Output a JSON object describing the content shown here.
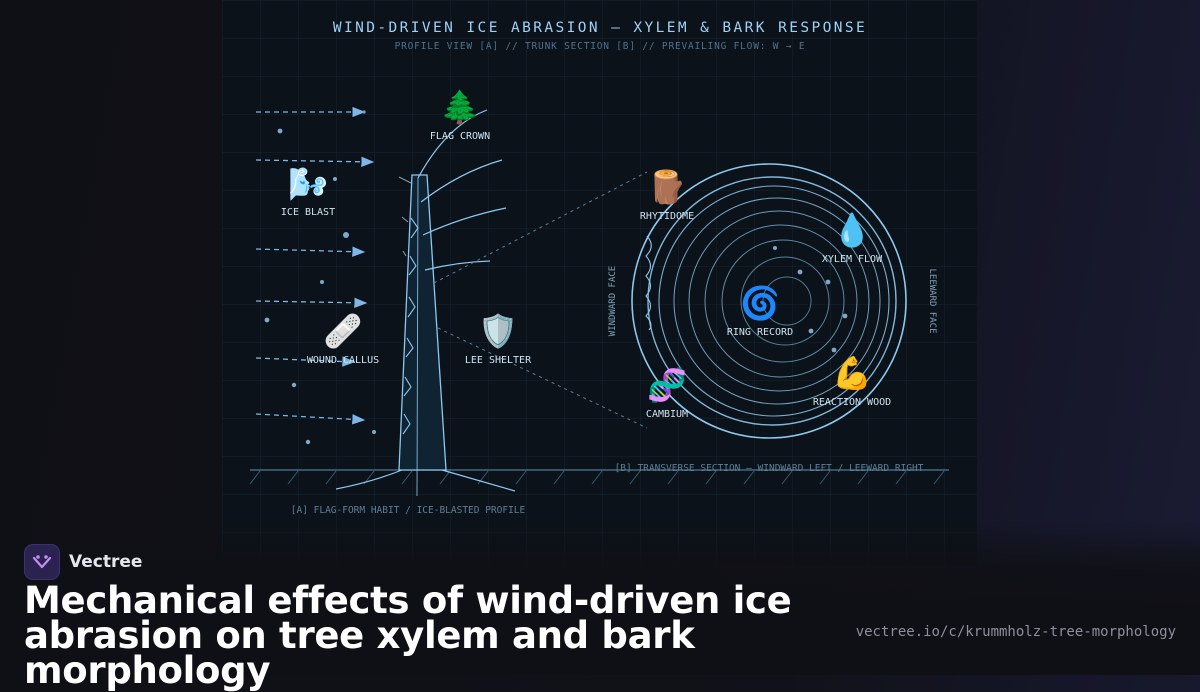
{
  "diagram": {
    "title": "WIND-DRIVEN ICE ABRASION — XYLEM & BARK RESPONSE",
    "subtitle": "PROFILE VIEW [A] // TRUNK SECTION [B] // PREVAILING FLOW: W → E",
    "profile_caption": "[A] FLAG-FORM HABIT / ICE-BLASTED PROFILE",
    "section_caption": "[B] TRANSVERSE SECTION — WINDWARD LEFT / LEEWARD RIGHT",
    "windward_label": "WINDWARD FACE",
    "leeward_label": "LEEWARD FACE",
    "labels": {
      "flag_crown": {
        "icon": "🌲",
        "icon_name": "evergreen-tree-icon",
        "text": "FLAG CROWN"
      },
      "ice_blast": {
        "icon": "🌬️",
        "icon_name": "wind-face-icon",
        "text": "ICE BLAST"
      },
      "wound_callus": {
        "icon": "🩹",
        "icon_name": "bandage-icon",
        "text": "WOUND CALLUS"
      },
      "lee_shelter": {
        "icon": "🛡️",
        "icon_name": "shield-icon",
        "text": "LEE SHELTER"
      },
      "rhytidome": {
        "icon": "🪵",
        "icon_name": "wood-log-icon",
        "text": "RHYTIDOME"
      },
      "xylem_flow": {
        "icon": "💧",
        "icon_name": "droplet-icon",
        "text": "XYLEM FLOW"
      },
      "ring_record": {
        "icon": "🌀",
        "icon_name": "cyclone-icon",
        "text": "RING RECORD"
      },
      "cambium": {
        "icon": "🧬",
        "icon_name": "dna-icon",
        "text": "CAMBIUM"
      },
      "reaction_wood": {
        "icon": "💪",
        "icon_name": "flexed-biceps-icon",
        "text": "REACTION WOOD"
      }
    },
    "colors": {
      "line": "#8ec8ee",
      "accent": "#7fb6e8",
      "text": "#cfe3f2",
      "muted": "#5d7f98"
    }
  },
  "brand": {
    "name": "Vectree"
  },
  "headline": "Mechanical effects of wind-driven ice abrasion on tree xylem and bark morphology",
  "url": "vectree.io/c/krummholz-tree-morphology"
}
